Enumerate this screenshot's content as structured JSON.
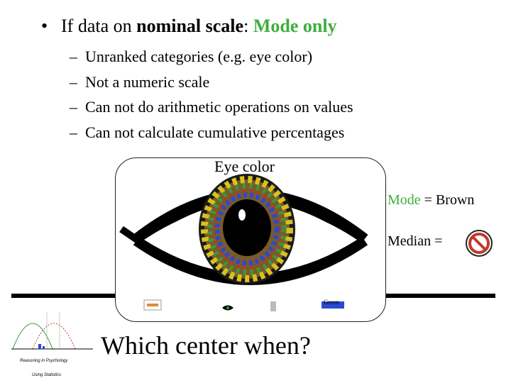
{
  "slide": {
    "bullet": {
      "prefix": "If data on ",
      "bold_term": "nominal scale",
      "colon": ":",
      "highlight": "Mode only"
    },
    "sub_bullets": [
      "Unranked categories (e.g. eye color)",
      "Not a numeric scale",
      "Can not do arithmetic operations on values",
      "Can not calculate cumulative percentages"
    ],
    "eye_panel": {
      "title": "Eye color",
      "mode_label": "Mode",
      "mode_value": "= Brown",
      "median_label": "Median =",
      "green_label": "Green"
    },
    "footer": {
      "headline": "Which center when?",
      "reasoning": "Reasoning in Psychology",
      "using": "Using Statistics"
    }
  },
  "colors": {
    "accent_green": "#3dae3d",
    "no_sign_red": "#c0392b"
  },
  "icons": [
    "no-symbol-icon",
    "eye-icon"
  ]
}
